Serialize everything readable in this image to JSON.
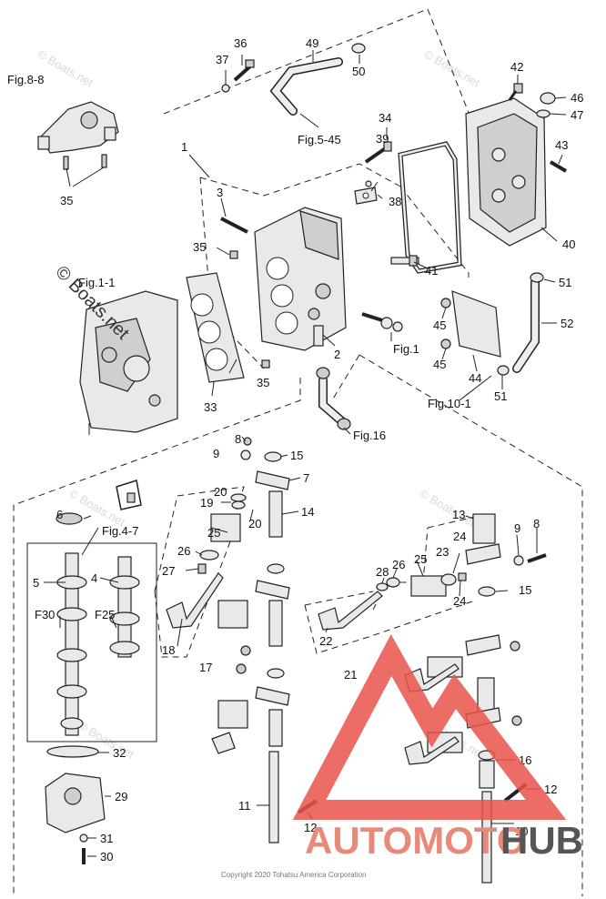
{
  "watermarks": {
    "main": "© Boats.net",
    "faint": "© Boats.net"
  },
  "copyright": "Copyright 2020 Tohatsu America Corporation",
  "logo": {
    "part1": "AUTOMOTO",
    "part2": "HUB",
    "color_triangle": "#e8534a",
    "color_part1": "#e88a7a",
    "color_part2": "#555555"
  },
  "figure_refs": {
    "fig_8_8": "Fig.8-8",
    "fig_5_45": "Fig.5-45",
    "fig_1_1": "Fig.1-1",
    "fig_1": "Fig.1",
    "fig_10_1": "Fig.10-1",
    "fig_16": "Fig.16",
    "fig_4_7": "Fig.4-7"
  },
  "callouts": {
    "n1": "1",
    "n2": "2",
    "n3": "3",
    "n4": "4",
    "n5": "5",
    "n6": "6",
    "n7": "7",
    "n8a": "8",
    "n8b": "8",
    "n9a": "9",
    "n9b": "9",
    "n10": "10",
    "n11": "11",
    "n12a": "12",
    "n12b": "12",
    "n13": "13",
    "n14": "14",
    "n15a": "15",
    "n15b": "15",
    "n16": "16",
    "n17": "17",
    "n18": "18",
    "n19": "19",
    "n20a": "20",
    "n20b": "20",
    "n21": "21",
    "n22": "22",
    "n23": "23",
    "n24a": "24",
    "n24b": "24",
    "n25a": "25",
    "n25b": "25",
    "n26a": "26",
    "n26b": "26",
    "n27": "27",
    "n28": "28",
    "n29": "29",
    "n30": "30",
    "n31": "31",
    "n32": "32",
    "n33": "33",
    "n34": "34",
    "n35a": "35",
    "n35b": "35",
    "n35c": "35",
    "n36": "36",
    "n37": "37",
    "n38": "38",
    "n39": "39",
    "n40": "40",
    "n41": "41",
    "n42": "42",
    "n43": "43",
    "n44": "44",
    "n45a": "45",
    "n45b": "45",
    "n46": "46",
    "n47": "47",
    "n49": "49",
    "n50": "50",
    "n51a": "51",
    "n51b": "51",
    "n52": "52",
    "f30": "F30",
    "f25": "F25"
  }
}
